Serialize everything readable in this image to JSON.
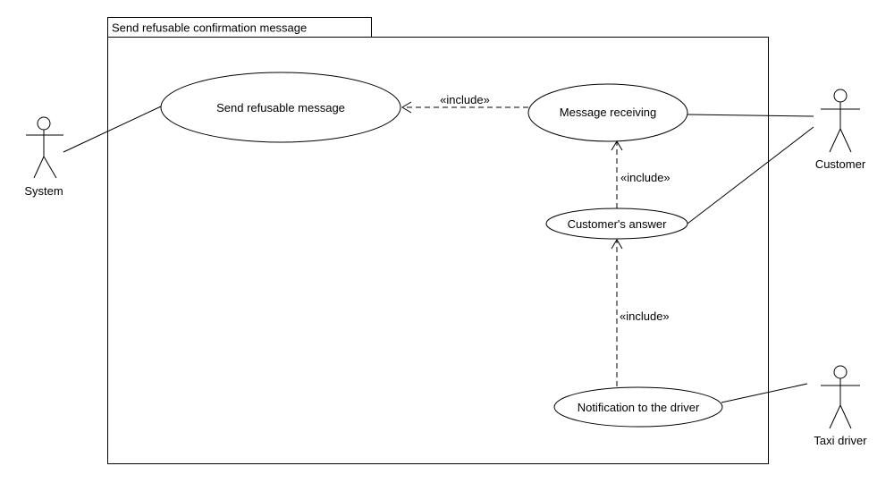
{
  "diagram": {
    "frame_title": "Send refusable confirmation message",
    "use_cases": {
      "send_refusable_message": "Send refusable message",
      "message_receiving": "Message receiving",
      "customers_answer": "Customer's answer",
      "notification_to_driver": "Notification to the driver"
    },
    "actors": {
      "system": "System",
      "customer": "Customer",
      "taxi_driver": "Taxi driver"
    },
    "relations": {
      "include_1": "«include»",
      "include_2": "«include»",
      "include_3": "«include»"
    }
  }
}
